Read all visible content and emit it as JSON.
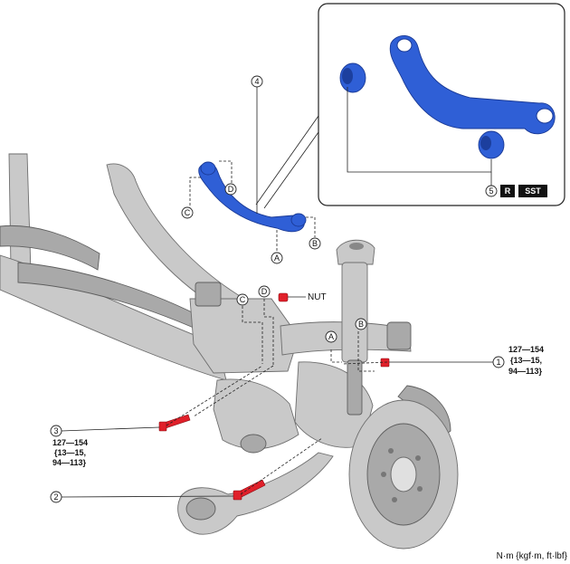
{
  "callouts": {
    "c1": "1",
    "c2": "2",
    "c3": "3",
    "c4": "4",
    "c5": "5",
    "A": "A",
    "B": "B",
    "C": "C",
    "D": "D"
  },
  "labels": {
    "nut": "NUT",
    "tag_r": "R",
    "tag_sst": "SST",
    "units": "N·m {kgf·m, ft·lbf}"
  },
  "torque_1": {
    "line1": "127—154",
    "line2": "{13—15,",
    "line3": "94—113}"
  },
  "torque_3": {
    "line1": "127—154",
    "line2": "{13—15,",
    "line3": "94—113}"
  },
  "colors": {
    "part_highlight": "#2f5fd6",
    "bolt": "#e0202a",
    "part_gray": "#c9c9c9"
  }
}
